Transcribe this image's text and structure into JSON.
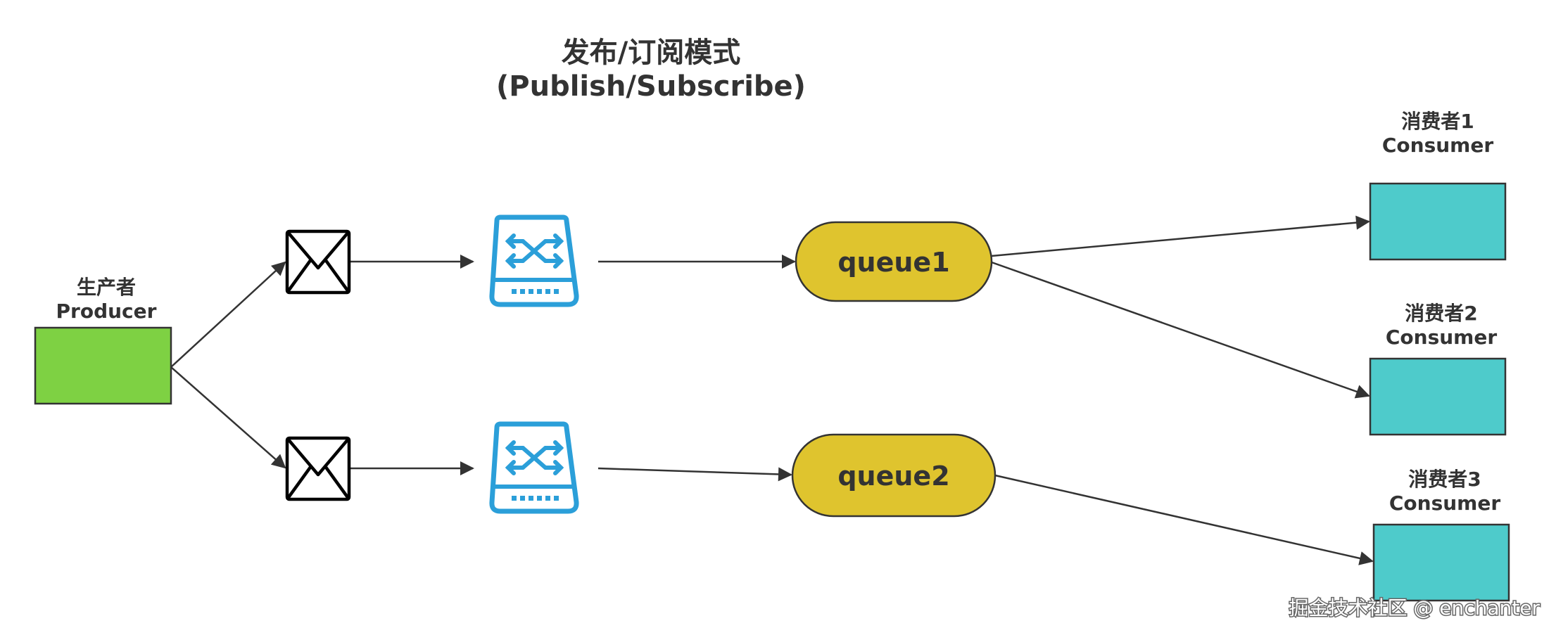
{
  "title": {
    "line1": "发布/订阅模式",
    "line2": "(Publish/Subscribe)"
  },
  "producer": {
    "label_cn": "生产者",
    "label_en": "Producer"
  },
  "queues": [
    {
      "label": "queue1"
    },
    {
      "label": "queue2"
    }
  ],
  "consumers": [
    {
      "label_cn": "消费者1",
      "label_en": "Consumer"
    },
    {
      "label_cn": "消费者2",
      "label_en": "Consumer"
    },
    {
      "label_cn": "消费者3",
      "label_en": "Consumer"
    }
  ],
  "icons": {
    "message": "envelope-icon",
    "exchange": "exchange-router-icon"
  },
  "colors": {
    "producer": "#7ed143",
    "queue": "#dfc42e",
    "consumer": "#4ecbcb",
    "exchange": "#2b9fd9",
    "edge": "#333333"
  },
  "watermark": "掘金技术社区 @ enchanter"
}
